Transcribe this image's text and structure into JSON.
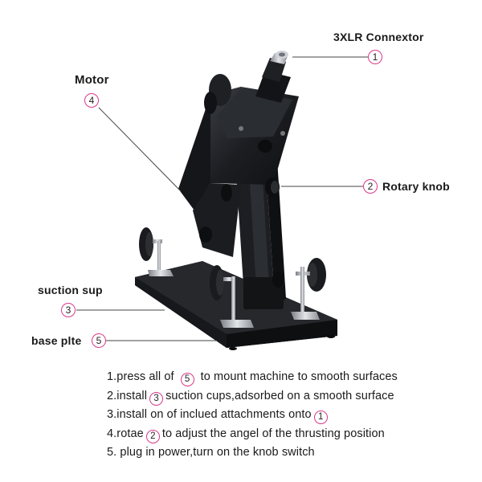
{
  "callouts": {
    "xlr": {
      "label": "3XLR Connextor",
      "num": "1"
    },
    "knob": {
      "label": "Rotary knob",
      "num": "2"
    },
    "suction": {
      "label": "suction sup",
      "num": "3"
    },
    "motor": {
      "label": "Motor",
      "num": "4"
    },
    "base": {
      "label": "base plte",
      "num": "5"
    }
  },
  "instructions": [
    {
      "pre": "1.press all of",
      "num": "5",
      "post": "to mount machine to smooth surfaces"
    },
    {
      "pre": "2.install",
      "num": "3",
      "post": "suction cups,adsorbed on a smooth surface"
    },
    {
      "pre": "3.install on of inclued attachments onto",
      "num": "1",
      "post": ""
    },
    {
      "pre": "4.rotae",
      "num": "2",
      "post": "to adjust the angel of the thrusting position"
    },
    {
      "pre": "5. plug in power,turn on the knob switch",
      "num": "",
      "post": ""
    }
  ],
  "colors": {
    "accent": "#d93a8a",
    "machine": "#1f2125",
    "line": "#444444"
  }
}
